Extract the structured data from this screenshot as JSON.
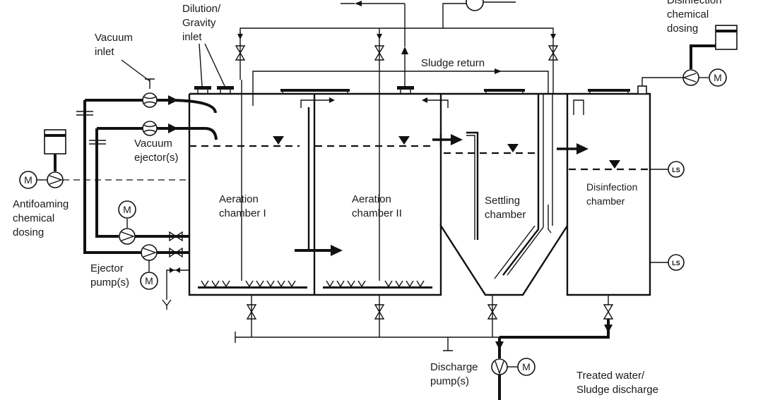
{
  "labels": {
    "vacuum_inlet": [
      "Vacuum",
      "inlet"
    ],
    "dilution_inlet": [
      "Dilution/",
      "Gravity",
      "inlet"
    ],
    "disinfection_dosing": [
      "Disinfection",
      "chemical",
      "dosing"
    ],
    "sludge_return": "Sludge return",
    "vacuum_ejector": [
      "Vacuum",
      "ejector(s)"
    ],
    "antifoaming_dosing": [
      "Antifoaming",
      "chemical",
      "dosing"
    ],
    "ejector_pump": [
      "Ejector",
      "pump(s)"
    ],
    "aeration_1": [
      "Aeration",
      "chamber I"
    ],
    "aeration_2": [
      "Aeration",
      "chamber II"
    ],
    "settling": [
      "Settling",
      "chamber"
    ],
    "disinfection_chamber": [
      "Disinfection",
      "chamber"
    ],
    "discharge_pump": [
      "Discharge",
      "pump(s)"
    ],
    "treated_water": [
      "Treated water/",
      "Sludge discharge"
    ]
  },
  "symbols": {
    "motor": "M",
    "level_switch": "LS"
  }
}
